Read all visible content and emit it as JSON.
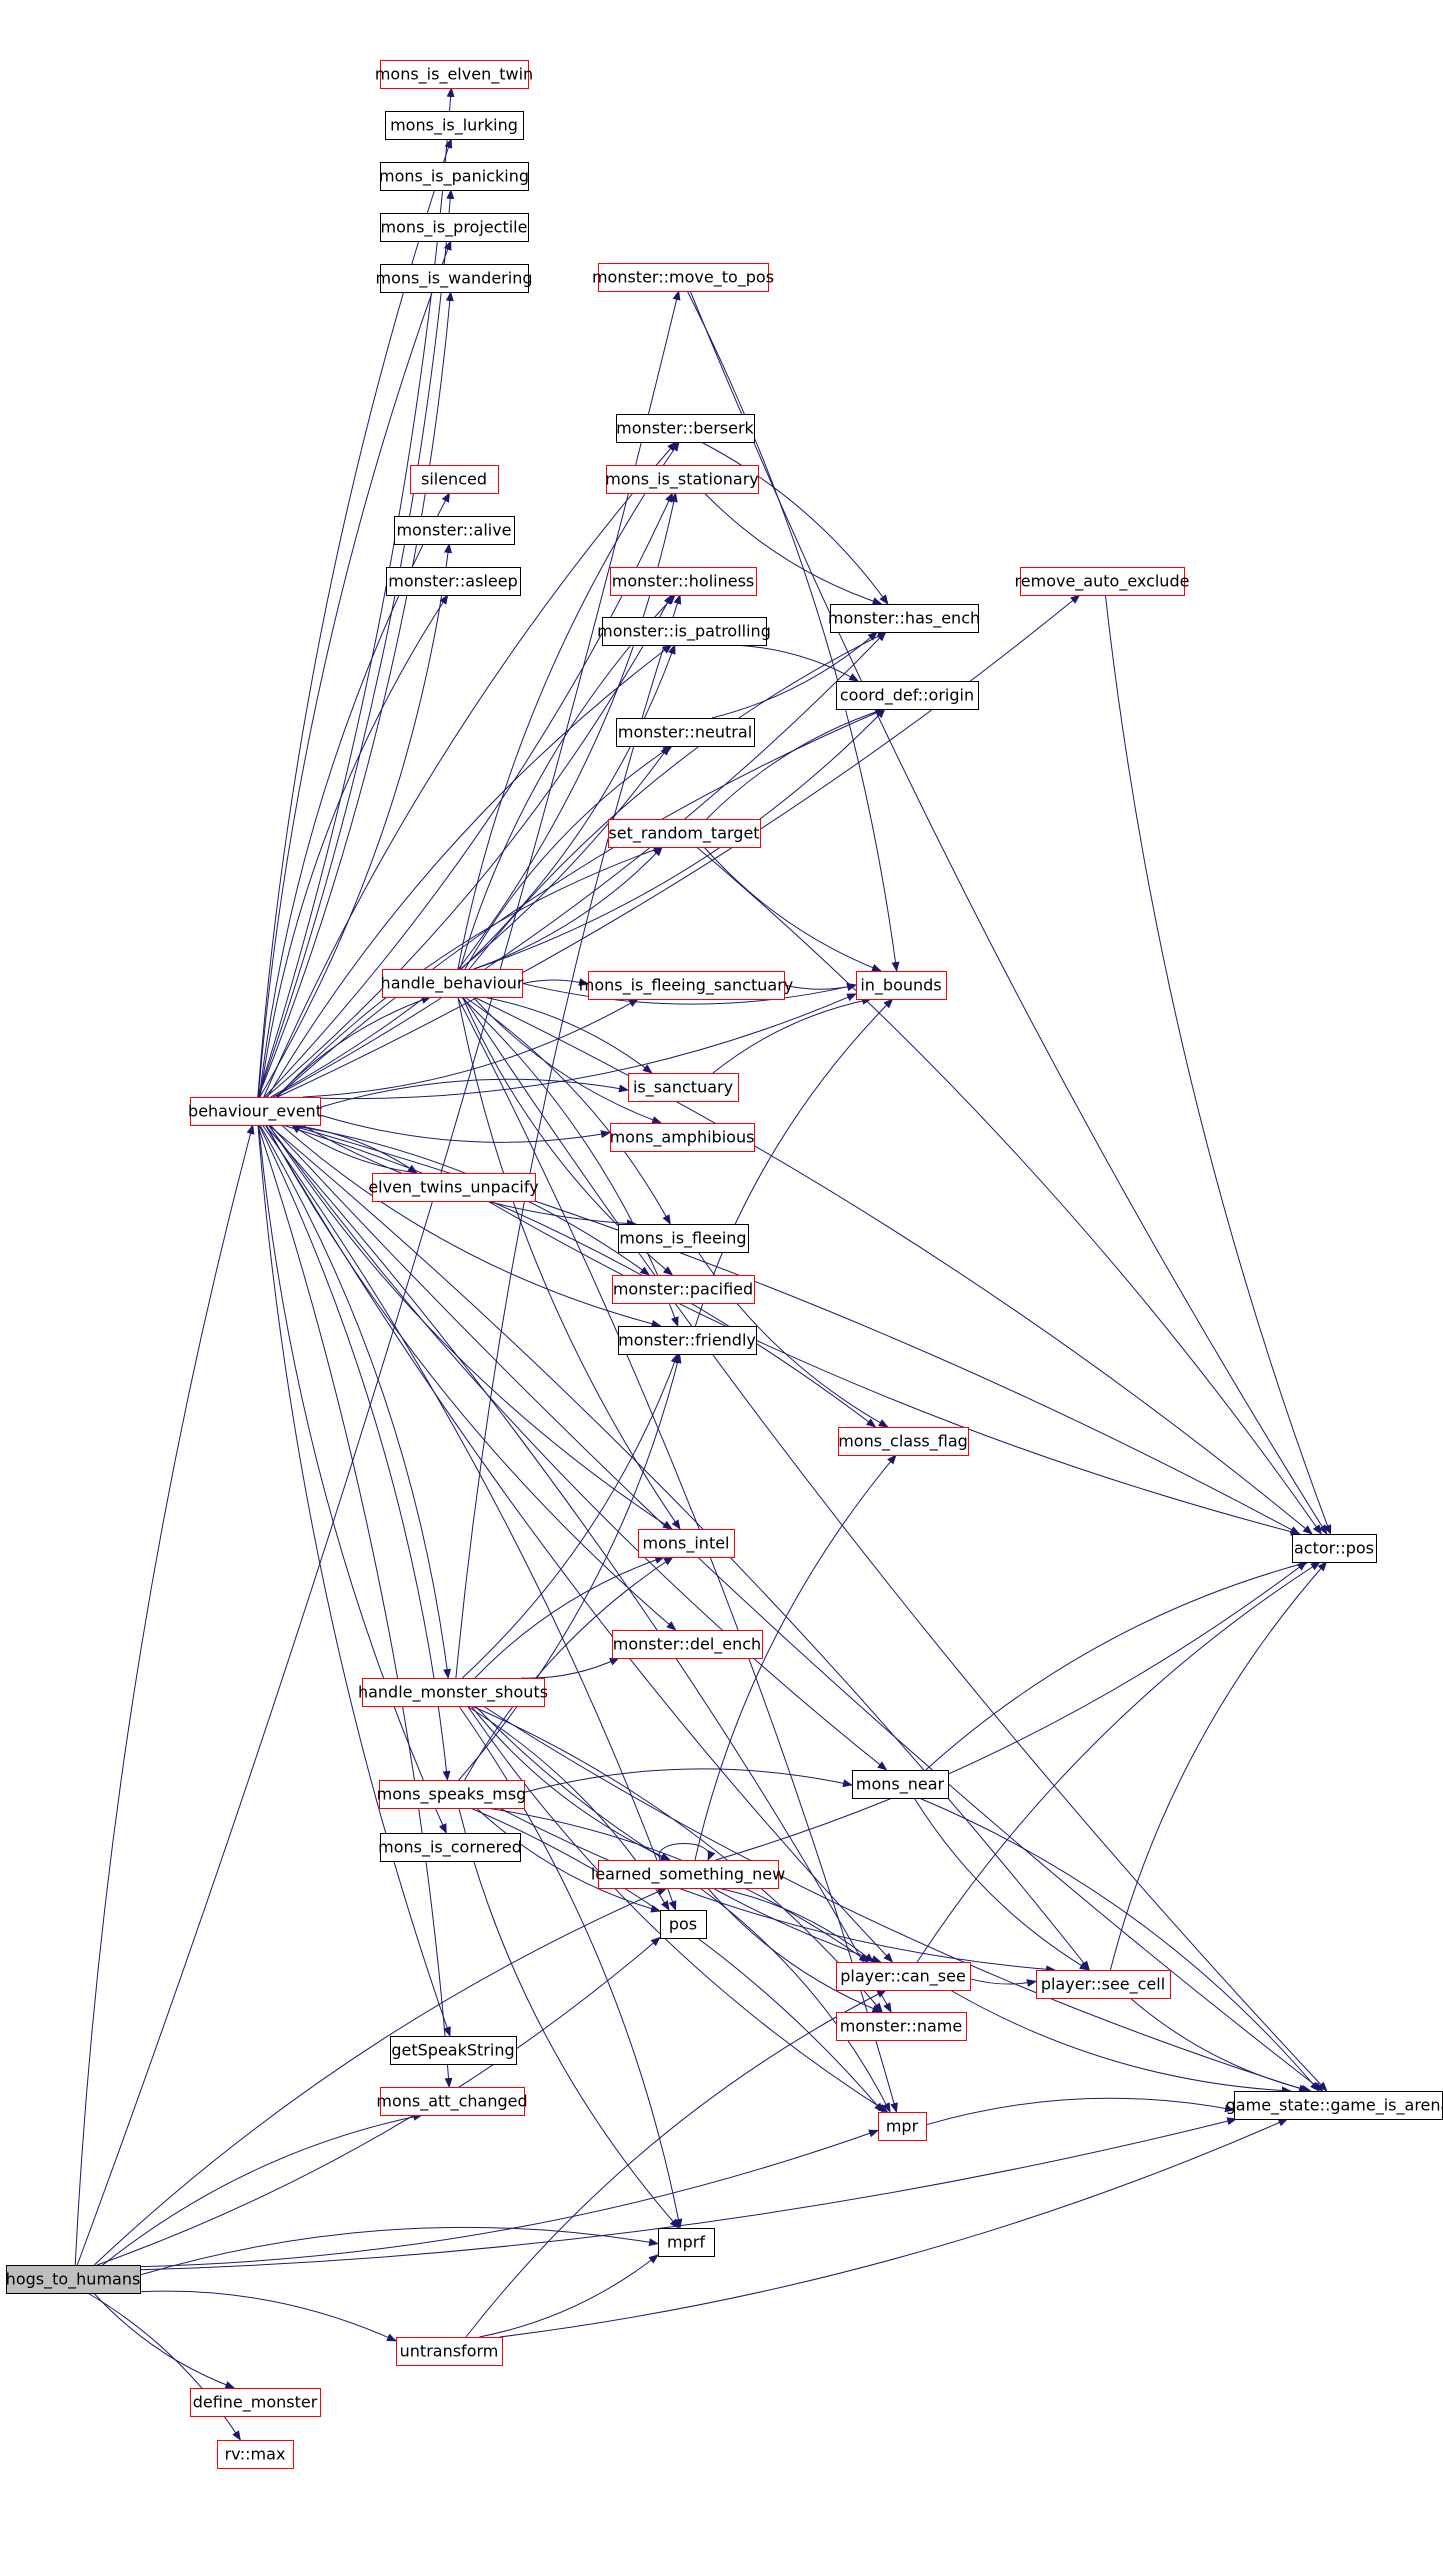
{
  "graph": {
    "root": "hogs_to_humans",
    "colors": {
      "edge": "#191970",
      "red_border": "#ff0000",
      "black_border": "#000000",
      "root_fill": "#bfbfbf",
      "node_fill": "#ffffff",
      "text": "#000000"
    },
    "nodes": [
      {
        "id": "hogs_to_humans",
        "label": "hogs_to_humans",
        "style": "root"
      },
      {
        "id": "behaviour_event",
        "label": "behaviour_event",
        "style": "red"
      },
      {
        "id": "handle_behaviour",
        "label": "handle_behaviour",
        "style": "red"
      },
      {
        "id": "handle_monster_shouts",
        "label": "handle_monster_shouts",
        "style": "red"
      },
      {
        "id": "mons_speaks_msg",
        "label": "mons_speaks_msg",
        "style": "red"
      },
      {
        "id": "elven_twins_unpacify",
        "label": "elven_twins_unpacify",
        "style": "red"
      },
      {
        "id": "untransform",
        "label": "untransform",
        "style": "red"
      },
      {
        "id": "define_monster",
        "label": "define_monster",
        "style": "red"
      },
      {
        "id": "rv_max",
        "label": "rv::max",
        "style": "red"
      },
      {
        "id": "mons_is_elven_twin",
        "label": "mons_is_elven_twin",
        "style": "red"
      },
      {
        "id": "mons_is_lurking",
        "label": "mons_is_lurking",
        "style": "black"
      },
      {
        "id": "mons_is_panicking",
        "label": "mons_is_panicking",
        "style": "black"
      },
      {
        "id": "mons_is_projectile",
        "label": "mons_is_projectile",
        "style": "black"
      },
      {
        "id": "mons_is_wandering",
        "label": "mons_is_wandering",
        "style": "black"
      },
      {
        "id": "monster_move_to_pos",
        "label": "monster::move_to_pos",
        "style": "red"
      },
      {
        "id": "monster_berserk",
        "label": "monster::berserk",
        "style": "black"
      },
      {
        "id": "mons_is_stationary",
        "label": "mons_is_stationary",
        "style": "red"
      },
      {
        "id": "silenced",
        "label": "silenced",
        "style": "red"
      },
      {
        "id": "monster_alive",
        "label": "monster::alive",
        "style": "black"
      },
      {
        "id": "monster_asleep",
        "label": "monster::asleep",
        "style": "black"
      },
      {
        "id": "monster_holiness",
        "label": "monster::holiness",
        "style": "red"
      },
      {
        "id": "monster_is_patrolling",
        "label": "monster::is_patrolling",
        "style": "black"
      },
      {
        "id": "monster_neutral",
        "label": "monster::neutral",
        "style": "black"
      },
      {
        "id": "set_random_target",
        "label": "set_random_target",
        "style": "red"
      },
      {
        "id": "monster_has_ench",
        "label": "monster::has_ench",
        "style": "black"
      },
      {
        "id": "coord_def_origin",
        "label": "coord_def::origin",
        "style": "black"
      },
      {
        "id": "remove_auto_exclude",
        "label": "remove_auto_exclude",
        "style": "red"
      },
      {
        "id": "mons_is_fleeing_sanctuary",
        "label": "mons_is_fleeing_sanctuary",
        "style": "red"
      },
      {
        "id": "in_bounds",
        "label": "in_bounds",
        "style": "red"
      },
      {
        "id": "is_sanctuary",
        "label": "is_sanctuary",
        "style": "red"
      },
      {
        "id": "mons_amphibious",
        "label": "mons_amphibious",
        "style": "red"
      },
      {
        "id": "mons_is_fleeing",
        "label": "mons_is_fleeing",
        "style": "black"
      },
      {
        "id": "monster_pacified",
        "label": "monster::pacified",
        "style": "red"
      },
      {
        "id": "monster_friendly",
        "label": "monster::friendly",
        "style": "black"
      },
      {
        "id": "mons_class_flag",
        "label": "mons_class_flag",
        "style": "red"
      },
      {
        "id": "mons_intel",
        "label": "mons_intel",
        "style": "red"
      },
      {
        "id": "actor_pos",
        "label": "actor::pos",
        "style": "black"
      },
      {
        "id": "monster_del_ench",
        "label": "monster::del_ench",
        "style": "red"
      },
      {
        "id": "mons_near",
        "label": "mons_near",
        "style": "black"
      },
      {
        "id": "mons_is_cornered",
        "label": "mons_is_cornered",
        "style": "black"
      },
      {
        "id": "learned_something_new",
        "label": "learned_something_new",
        "style": "red"
      },
      {
        "id": "pos",
        "label": "pos",
        "style": "black"
      },
      {
        "id": "player_can_see",
        "label": "player::can_see",
        "style": "red"
      },
      {
        "id": "player_see_cell",
        "label": "player::see_cell",
        "style": "red"
      },
      {
        "id": "monster_name",
        "label": "monster::name",
        "style": "red"
      },
      {
        "id": "getSpeakString",
        "label": "getSpeakString",
        "style": "black"
      },
      {
        "id": "mons_att_changed",
        "label": "mons_att_changed",
        "style": "red"
      },
      {
        "id": "mpr",
        "label": "mpr",
        "style": "red"
      },
      {
        "id": "game_state_game_is_arena",
        "label": "game_state::game_is_arena",
        "style": "black"
      },
      {
        "id": "mprf",
        "label": "mprf",
        "style": "black"
      }
    ],
    "edges": [
      [
        "hogs_to_humans",
        "behaviour_event"
      ],
      [
        "hogs_to_humans",
        "monster_move_to_pos"
      ],
      [
        "hogs_to_humans",
        "mons_att_changed"
      ],
      [
        "hogs_to_humans",
        "pos"
      ],
      [
        "hogs_to_humans",
        "mprf"
      ],
      [
        "hogs_to_humans",
        "mpr"
      ],
      [
        "hogs_to_humans",
        "untransform"
      ],
      [
        "hogs_to_humans",
        "define_monster"
      ],
      [
        "hogs_to_humans",
        "rv_max"
      ],
      [
        "hogs_to_humans",
        "game_state_game_is_arena"
      ],
      [
        "hogs_to_humans",
        "learned_something_new"
      ],
      [
        "behaviour_event",
        "mons_is_elven_twin"
      ],
      [
        "behaviour_event",
        "mons_is_lurking"
      ],
      [
        "behaviour_event",
        "mons_is_panicking"
      ],
      [
        "behaviour_event",
        "mons_is_projectile"
      ],
      [
        "behaviour_event",
        "mons_is_wandering"
      ],
      [
        "behaviour_event",
        "monster_berserk"
      ],
      [
        "behaviour_event",
        "mons_is_stationary"
      ],
      [
        "behaviour_event",
        "silenced"
      ],
      [
        "behaviour_event",
        "monster_alive"
      ],
      [
        "behaviour_event",
        "monster_asleep"
      ],
      [
        "behaviour_event",
        "monster_holiness"
      ],
      [
        "behaviour_event",
        "monster_is_patrolling"
      ],
      [
        "behaviour_event",
        "monster_neutral"
      ],
      [
        "behaviour_event",
        "set_random_target"
      ],
      [
        "behaviour_event",
        "monster_has_ench"
      ],
      [
        "behaviour_event",
        "coord_def_origin"
      ],
      [
        "behaviour_event",
        "remove_auto_exclude"
      ],
      [
        "behaviour_event",
        "handle_behaviour"
      ],
      [
        "behaviour_event",
        "mons_is_fleeing_sanctuary"
      ],
      [
        "behaviour_event",
        "is_sanctuary"
      ],
      [
        "behaviour_event",
        "mons_amphibious"
      ],
      [
        "behaviour_event",
        "elven_twins_unpacify"
      ],
      [
        "behaviour_event",
        "mons_is_fleeing"
      ],
      [
        "behaviour_event",
        "monster_pacified"
      ],
      [
        "behaviour_event",
        "monster_friendly"
      ],
      [
        "behaviour_event",
        "mons_class_flag"
      ],
      [
        "behaviour_event",
        "mons_intel"
      ],
      [
        "behaviour_event",
        "actor_pos"
      ],
      [
        "behaviour_event",
        "monster_del_ench"
      ],
      [
        "behaviour_event",
        "handle_monster_shouts"
      ],
      [
        "behaviour_event",
        "mons_near"
      ],
      [
        "behaviour_event",
        "mons_speaks_msg"
      ],
      [
        "behaviour_event",
        "mons_is_cornered"
      ],
      [
        "behaviour_event",
        "pos"
      ],
      [
        "behaviour_event",
        "player_can_see"
      ],
      [
        "behaviour_event",
        "player_see_cell"
      ],
      [
        "behaviour_event",
        "getSpeakString"
      ],
      [
        "behaviour_event",
        "mons_att_changed"
      ],
      [
        "behaviour_event",
        "game_state_game_is_arena"
      ],
      [
        "behaviour_event",
        "monster_name"
      ],
      [
        "behaviour_event",
        "in_bounds"
      ],
      [
        "elven_twins_unpacify",
        "behaviour_event"
      ],
      [
        "elven_twins_unpacify",
        "actor_pos"
      ],
      [
        "handle_behaviour",
        "monster_berserk"
      ],
      [
        "handle_behaviour",
        "mons_is_stationary"
      ],
      [
        "handle_behaviour",
        "monster_holiness"
      ],
      [
        "handle_behaviour",
        "monster_is_patrolling"
      ],
      [
        "handle_behaviour",
        "monster_neutral"
      ],
      [
        "handle_behaviour",
        "set_random_target"
      ],
      [
        "handle_behaviour",
        "monster_has_ench"
      ],
      [
        "handle_behaviour",
        "coord_def_origin"
      ],
      [
        "handle_behaviour",
        "mons_is_fleeing_sanctuary"
      ],
      [
        "handle_behaviour",
        "in_bounds"
      ],
      [
        "handle_behaviour",
        "is_sanctuary"
      ],
      [
        "handle_behaviour",
        "mons_amphibious"
      ],
      [
        "handle_behaviour",
        "mons_is_fleeing"
      ],
      [
        "handle_behaviour",
        "monster_pacified"
      ],
      [
        "handle_behaviour",
        "monster_friendly"
      ],
      [
        "handle_behaviour",
        "mons_intel"
      ],
      [
        "handle_behaviour",
        "actor_pos"
      ],
      [
        "handle_behaviour",
        "game_state_game_is_arena"
      ],
      [
        "handle_behaviour",
        "mpr"
      ],
      [
        "handle_monster_shouts",
        "monster_del_ench"
      ],
      [
        "handle_monster_shouts",
        "mons_intel"
      ],
      [
        "handle_monster_shouts",
        "monster_friendly"
      ],
      [
        "handle_monster_shouts",
        "monster_holiness"
      ],
      [
        "handle_monster_shouts",
        "learned_something_new"
      ],
      [
        "handle_monster_shouts",
        "pos"
      ],
      [
        "handle_monster_shouts",
        "player_can_see"
      ],
      [
        "handle_monster_shouts",
        "monster_name"
      ],
      [
        "handle_monster_shouts",
        "mpr"
      ],
      [
        "handle_monster_shouts",
        "mprf"
      ],
      [
        "handle_monster_shouts",
        "game_state_game_is_arena"
      ],
      [
        "mons_speaks_msg",
        "mons_near"
      ],
      [
        "mons_speaks_msg",
        "monster_friendly"
      ],
      [
        "mons_speaks_msg",
        "mons_intel"
      ],
      [
        "mons_speaks_msg",
        "pos"
      ],
      [
        "mons_speaks_msg",
        "player_can_see"
      ],
      [
        "mons_speaks_msg",
        "player_see_cell"
      ],
      [
        "mons_speaks_msg",
        "mpr"
      ],
      [
        "mons_speaks_msg",
        "mprf"
      ],
      [
        "monster_move_to_pos",
        "in_bounds"
      ],
      [
        "monster_move_to_pos",
        "actor_pos"
      ],
      [
        "monster_berserk",
        "monster_has_ench"
      ],
      [
        "mons_is_stationary",
        "monster_has_ench"
      ],
      [
        "monster_is_patrolling",
        "coord_def_origin"
      ],
      [
        "monster_neutral",
        "monster_has_ench"
      ],
      [
        "set_random_target",
        "coord_def_origin"
      ],
      [
        "set_random_target",
        "in_bounds"
      ],
      [
        "set_random_target",
        "actor_pos"
      ],
      [
        "mons_is_fleeing_sanctuary",
        "in_bounds"
      ],
      [
        "is_sanctuary",
        "in_bounds"
      ],
      [
        "mons_is_fleeing",
        "mons_class_flag"
      ],
      [
        "monster_friendly",
        "in_bounds"
      ],
      [
        "remove_auto_exclude",
        "actor_pos"
      ],
      [
        "mons_near",
        "actor_pos"
      ],
      [
        "mons_near",
        "player_see_cell"
      ],
      [
        "mons_near",
        "game_state_game_is_arena"
      ],
      [
        "learned_something_new",
        "learned_something_new"
      ],
      [
        "learned_something_new",
        "mons_class_flag"
      ],
      [
        "learned_something_new",
        "actor_pos"
      ],
      [
        "learned_something_new",
        "player_can_see"
      ],
      [
        "learned_something_new",
        "monster_name"
      ],
      [
        "learned_something_new",
        "mpr"
      ],
      [
        "player_can_see",
        "player_see_cell"
      ],
      [
        "player_can_see",
        "actor_pos"
      ],
      [
        "player_can_see",
        "game_state_game_is_arena"
      ],
      [
        "player_see_cell",
        "actor_pos"
      ],
      [
        "player_see_cell",
        "game_state_game_is_arena"
      ],
      [
        "mpr",
        "game_state_game_is_arena"
      ],
      [
        "untransform",
        "mprf"
      ],
      [
        "untransform",
        "player_can_see"
      ],
      [
        "untransform",
        "game_state_game_is_arena"
      ]
    ]
  }
}
